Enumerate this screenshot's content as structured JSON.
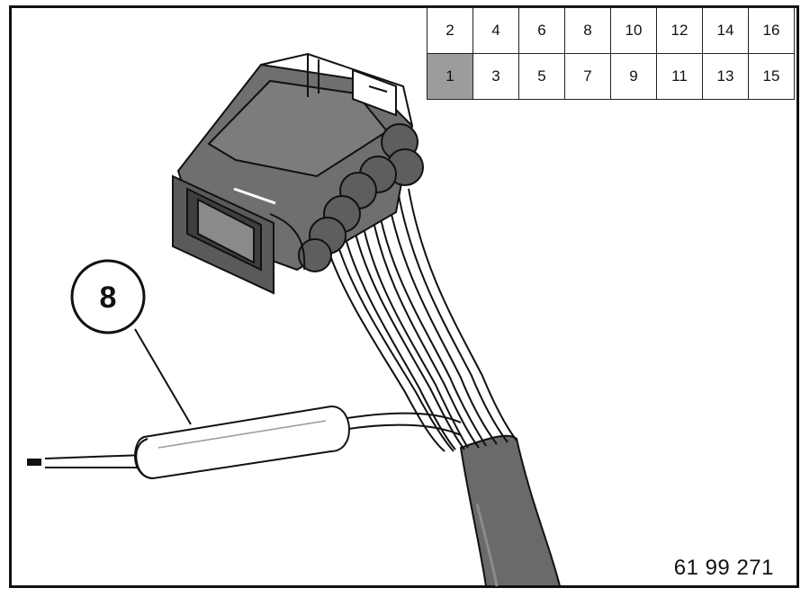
{
  "pin_table": {
    "top_row": [
      "2",
      "4",
      "6",
      "8",
      "10",
      "12",
      "14",
      "16"
    ],
    "bottom_row": [
      "1",
      "3",
      "5",
      "7",
      "9",
      "11",
      "13",
      "15"
    ],
    "highlighted_pin": "1"
  },
  "callout": {
    "label": "8"
  },
  "reference_code": "61 99 271",
  "colors": {
    "connector_fill": "#6f6f6f",
    "connector_dark": "#4a4a4a",
    "harness_sleeve": "#6a6a6a",
    "highlight_cell": "#9c9c9c",
    "line": "#111111"
  }
}
